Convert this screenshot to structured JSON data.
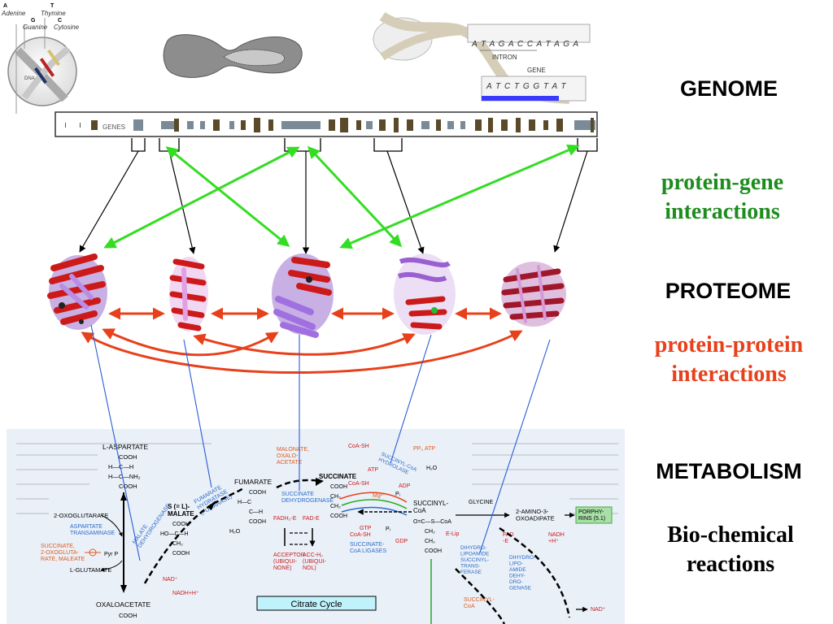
{
  "labels": {
    "genome": "GENOME",
    "protein_gene": "protein-gene\ninteractions",
    "proteome": "PROTEOME",
    "protein_protein": "protein-protein\ninteractions",
    "metabolism": "METABOLISM",
    "biochemical": "Bio-chemical\nreactions"
  },
  "colors": {
    "protein_gene": "#1e8c1e",
    "protein_protein": "#e8401a",
    "gene_link": "#000000",
    "metabolic_link": "#2a5bd7",
    "green_arrow": "#33dd22",
    "red_arrow": "#e8401a",
    "map_background": "#eaf0f8"
  },
  "dna_inset": {
    "adenine": "Adenine",
    "a": "A",
    "thymine": "Thymine",
    "t": "T",
    "guanine": "Guanine",
    "g": "G",
    "cytosine": "Cytosine",
    "c": "C",
    "dna": "DNA"
  },
  "dna_sequence": {
    "upper": "A T A G A C C A T A G A",
    "intron": "INTRON",
    "gene": "GENE",
    "lower": "A T C T G G T A T"
  },
  "chromosome_bar": {
    "genes": "GENES"
  },
  "metabolism_map": {
    "citrate_cycle": "Citrate Cycle",
    "l_aspartate": "L-ASPARTATE",
    "cooh": "COOH",
    "h_c_h": "H—C—H",
    "h_c_nh2": "H—C—NH₂",
    "oxoglutarate": "2-OXOGLUTARATE",
    "aspartate_transaminase": "ASPARTATE\nTRANSAMINASE",
    "succinate_input": "SUCCINATE,\n2-OXOGLUTA-\nRATE, MALEATE",
    "pyr_p": "Pyr P",
    "l_glutamate": "L-GLUTAMATE",
    "oxaloacetate": "OXALOACETATE",
    "malate": "S (= L)-\nMALATE",
    "fumarate_hydratase": "FUMARATE\nHYDRATASE\n(FUMARASE)",
    "malate_dehydrogenase": "MALATE\nDEHYDROGENASE",
    "nad_plus": "NAD⁺",
    "nadh": "NADH+H⁺",
    "fumarate": "FUMARATE",
    "h2o": "H₂O",
    "malonate": "MALONATE,\nOXALO-\nACETATE",
    "succinate_dh": "SUCCINATE\nDEHYDROGENASE",
    "fadh2": "FADH₂-E",
    "fad": "FAD-E",
    "acceptor": "ACCEPTOR\n(UBIQUI-\nNONE)",
    "acc_h2": "ACC-H₂\n(UBIQUI-\nNOL)",
    "succinate": "SUCCINATE",
    "coa_sh": "CoA-SH",
    "atp": "ATP",
    "adp": "ADP",
    "gtp": "GTP",
    "gdp": "GDP",
    "pi": "Pᵢ",
    "mg": "Mg²⁺",
    "succinyl_coa_hydrolase": "SUCCINYL-CoA\nHYDROLASE",
    "pp_atp": "PPᵢ, ATP",
    "succinate_coa_ligases": "SUCCINATE-\nCoA LIGASES",
    "succinyl_coa": "SUCCINYL-\nCoA",
    "glycine": "GLYCINE",
    "amino_oxoadipate": "2-AMINO-3-\nOXOADIPATE",
    "porphyrins": "PORPHY-\nRINS (5.1)",
    "lip": "E-Lip",
    "dihydrolipoamide": "DIHYDRO-\nLIPOAMIDE\nSUCCINYL-\nTRANS-\nFERASE",
    "dihydrolipoamide_dh": "DIHYDRO-\nLIPO-\nAMIDE\nDEHY-\nDRO-\nGENASE",
    "fad_e": "FAD\n-E",
    "nadh_h": "NADH\n+H⁺",
    "succinyl_coa2": "SUCCINYL-\nCoA",
    "nad_out": "NAD⁺"
  }
}
